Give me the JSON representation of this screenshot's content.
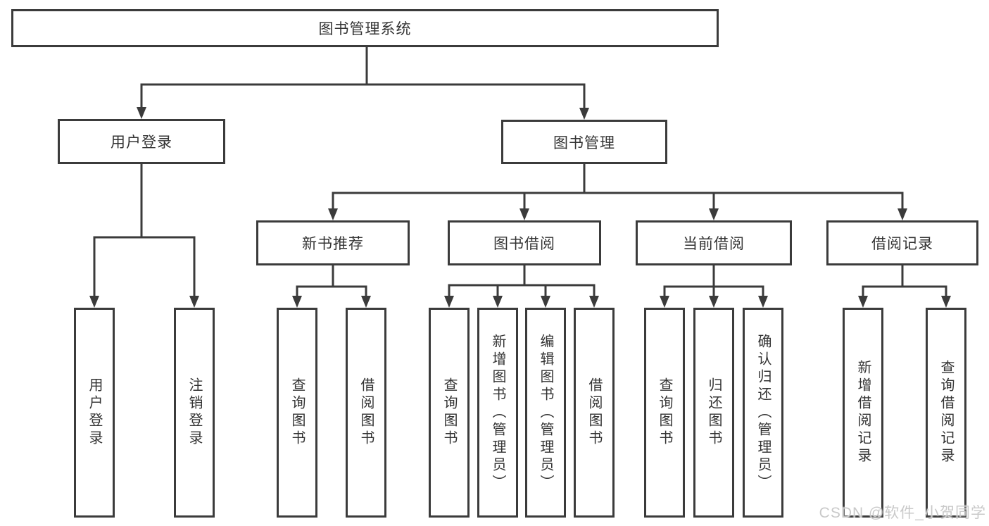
{
  "diagram_title": "图书管理系统",
  "tree": {
    "label": "图书管理系统",
    "children": [
      {
        "label": "用户登录",
        "children": [
          {
            "label": "用户登录"
          },
          {
            "label": "注销登录"
          }
        ]
      },
      {
        "label": "图书管理",
        "children": [
          {
            "label": "新书推荐",
            "children": [
              {
                "label": "查询图书"
              },
              {
                "label": "借阅图书"
              }
            ]
          },
          {
            "label": "图书借阅",
            "children": [
              {
                "label": "查询图书"
              },
              {
                "label": "新增图书（管理员）"
              },
              {
                "label": "编辑图书（管理员）"
              },
              {
                "label": "借阅图书"
              }
            ]
          },
          {
            "label": "当前借阅",
            "children": [
              {
                "label": "查询图书"
              },
              {
                "label": "归还图书"
              },
              {
                "label": "确认归还（管理员）"
              }
            ]
          },
          {
            "label": "借阅记录",
            "children": [
              {
                "label": "新增借阅记录"
              },
              {
                "label": "查询借阅记录"
              }
            ]
          }
        ]
      }
    ]
  },
  "watermark": "CSDN @软件_小贺同学",
  "colors": {
    "line": "#3b3b3b",
    "box_border": "#3b3b3b",
    "box_background": "#ffffff",
    "text": "#333333",
    "watermark": "#c9c9c9"
  }
}
